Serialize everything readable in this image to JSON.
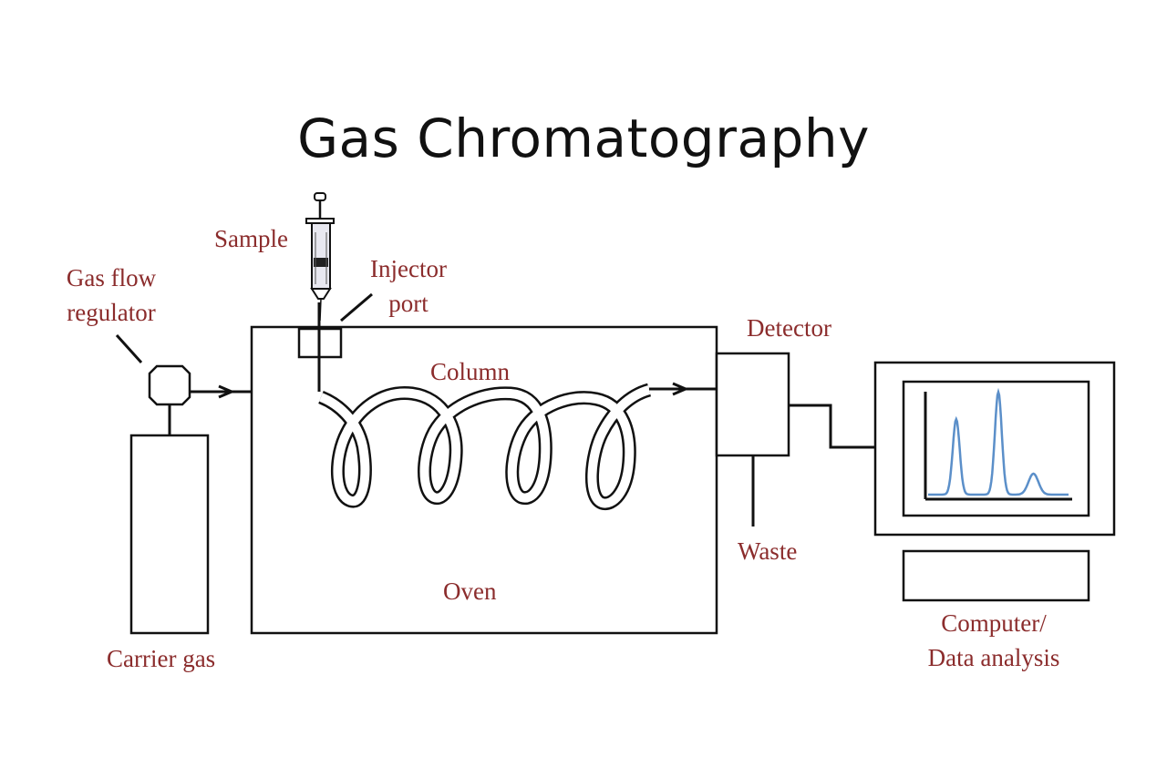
{
  "title": "Gas Chromatography",
  "labels": {
    "sample": "Sample",
    "injector_port_line1": "Injector",
    "injector_port_line2": "port",
    "gas_flow_line1": "Gas flow",
    "gas_flow_line2": "regulator",
    "column": "Column",
    "detector": "Detector",
    "waste": "Waste",
    "oven": "Oven",
    "carrier_gas": "Carrier gas",
    "computer_line1": "Computer/",
    "computer_line2": "Data analysis"
  },
  "colors": {
    "label": "#8b2c2c",
    "trace": "#5b8fc9",
    "outline": "#111111"
  },
  "chromatogram_peaks": [
    {
      "position": 0.2,
      "height": 0.72
    },
    {
      "position": 0.5,
      "height": 0.98
    },
    {
      "position": 0.75,
      "height": 0.2
    }
  ]
}
